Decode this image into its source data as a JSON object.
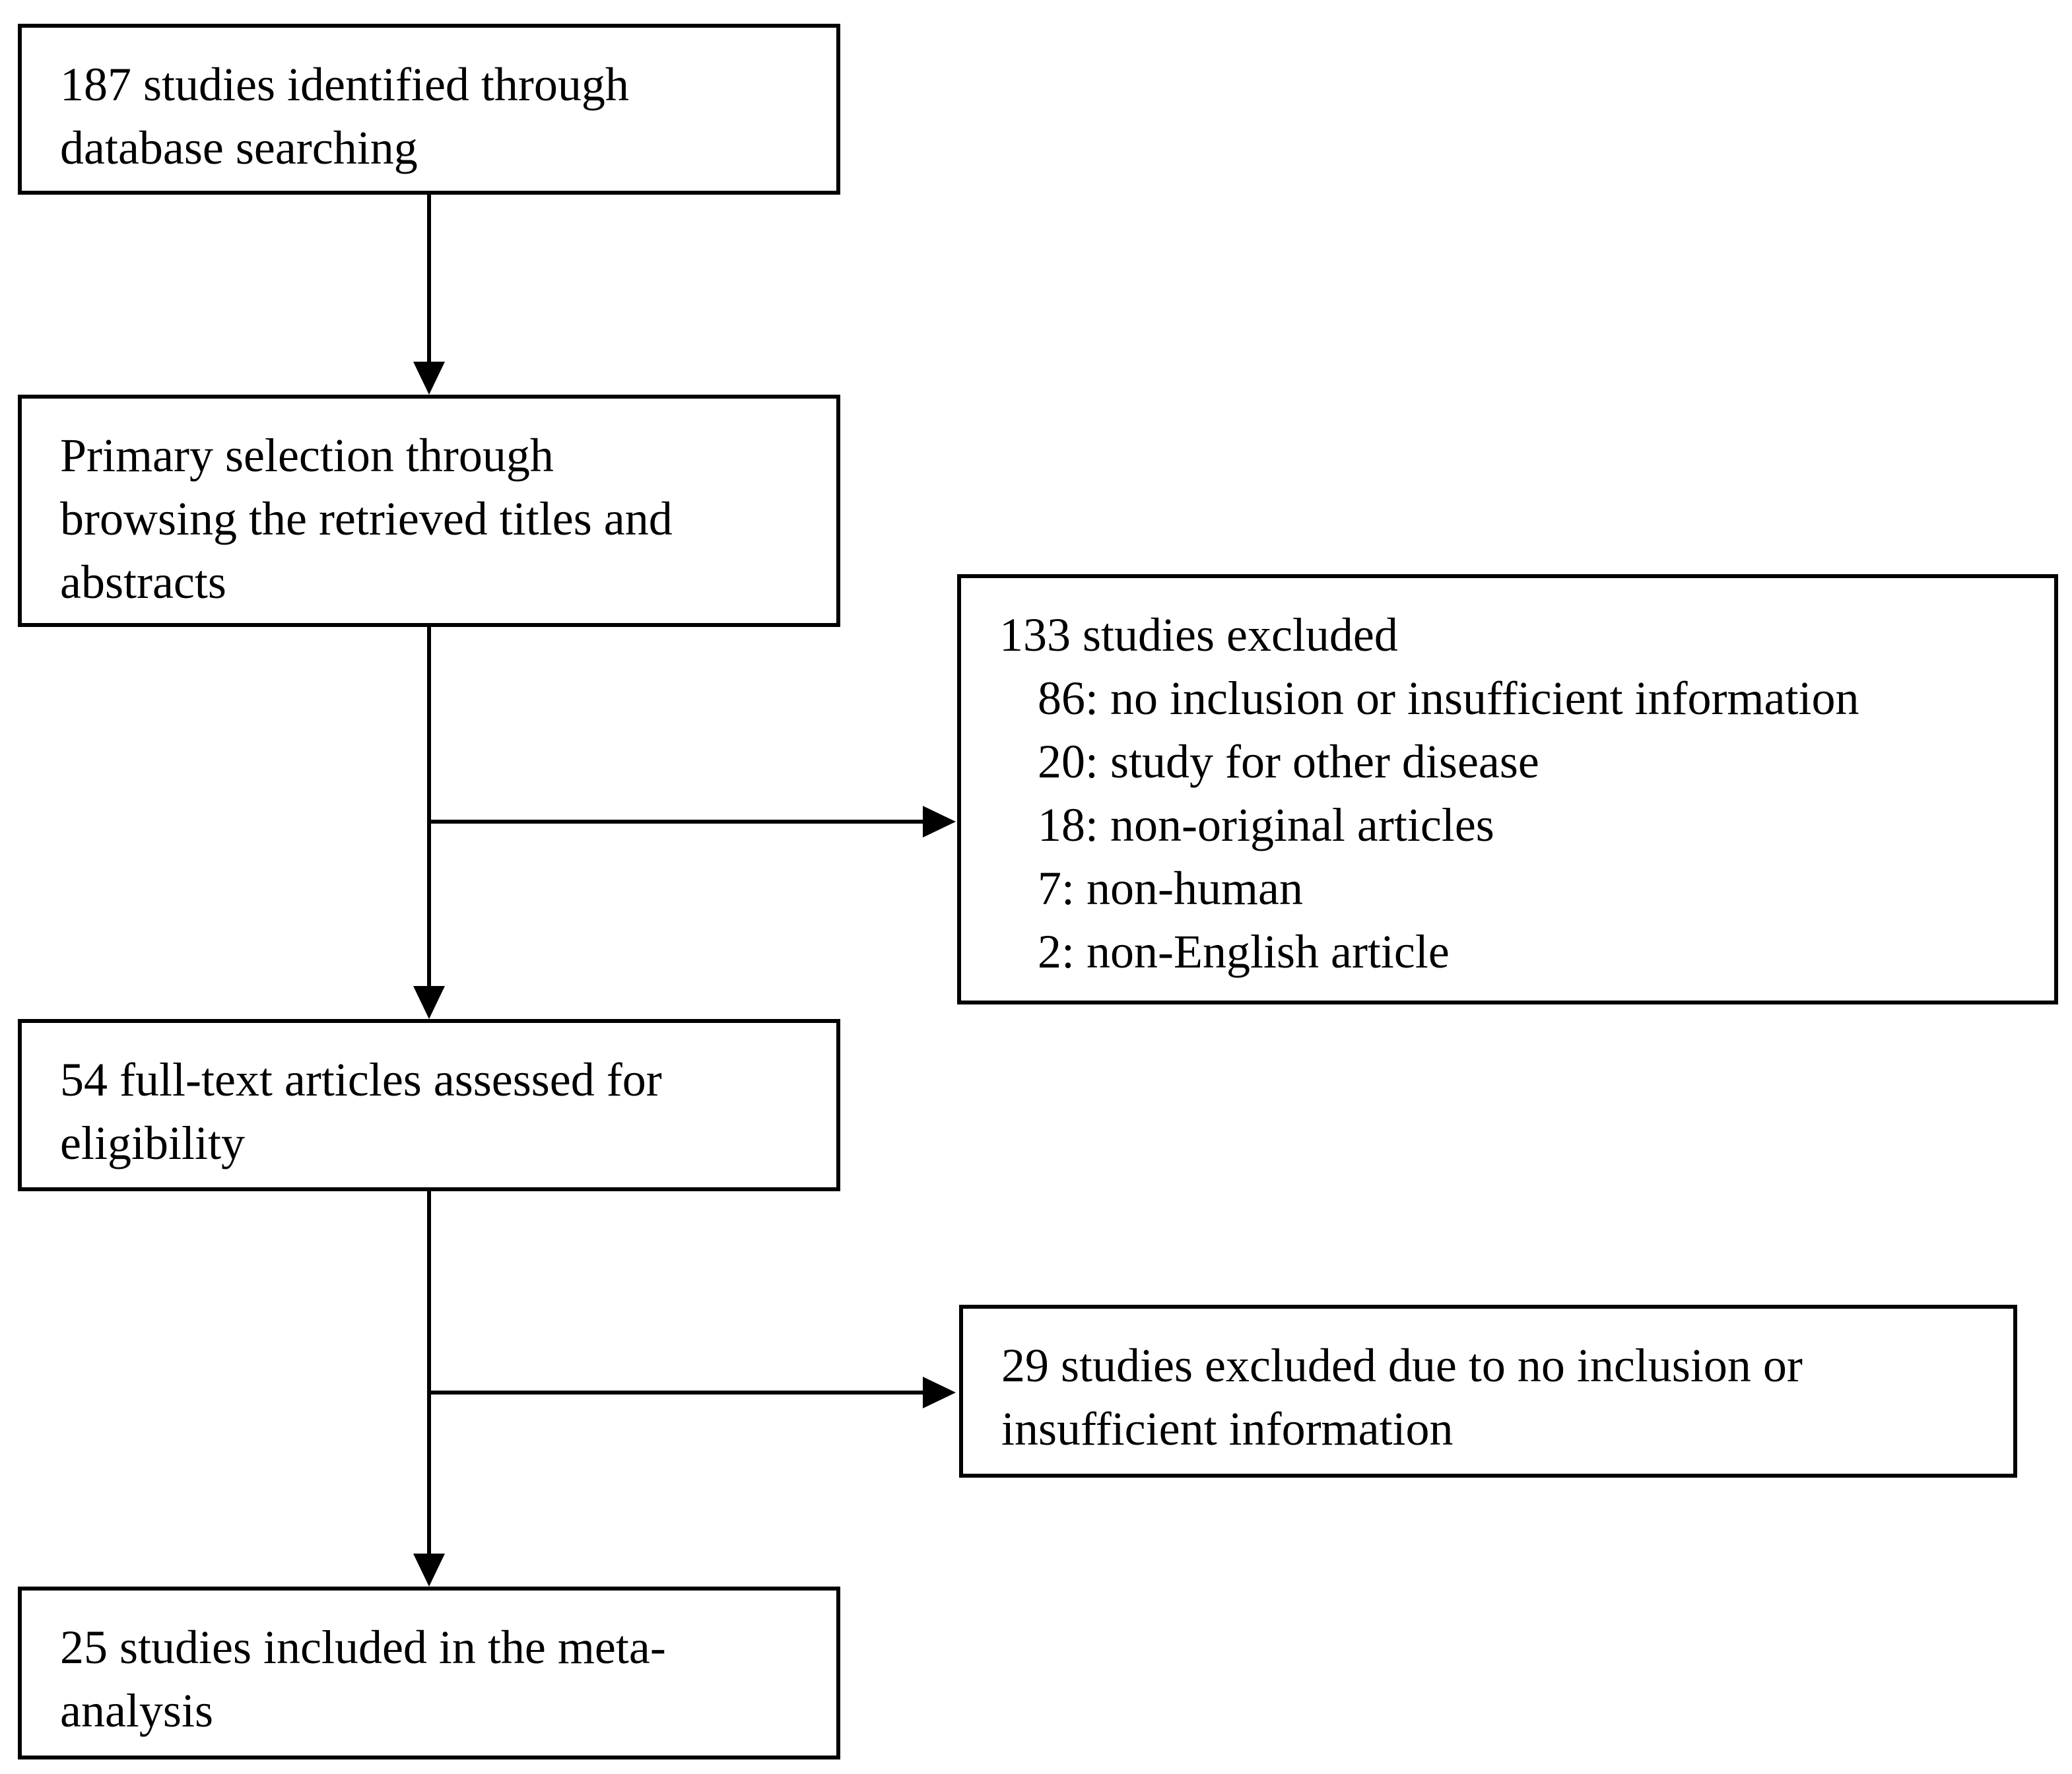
{
  "flow": {
    "identified": {
      "lines": [
        "187 studies identified through",
        "database searching"
      ]
    },
    "screening": {
      "lines": [
        "Primary selection through",
        "browsing the retrieved titles and",
        "abstracts"
      ]
    },
    "excluded_screening": {
      "heading": "133 studies excluded",
      "reasons": [
        "86: no inclusion or insufficient information",
        "20: study for other disease",
        "18: non-original articles",
        "7: non-human",
        "2: non-English article"
      ]
    },
    "eligibility": {
      "lines": [
        "54 full-text articles assessed for",
        "eligibility"
      ]
    },
    "excluded_eligibility": {
      "lines": [
        "29 studies excluded due to no inclusion or",
        "insufficient information"
      ]
    },
    "included": {
      "lines": [
        "25 studies included in the meta-",
        "analysis"
      ]
    }
  }
}
